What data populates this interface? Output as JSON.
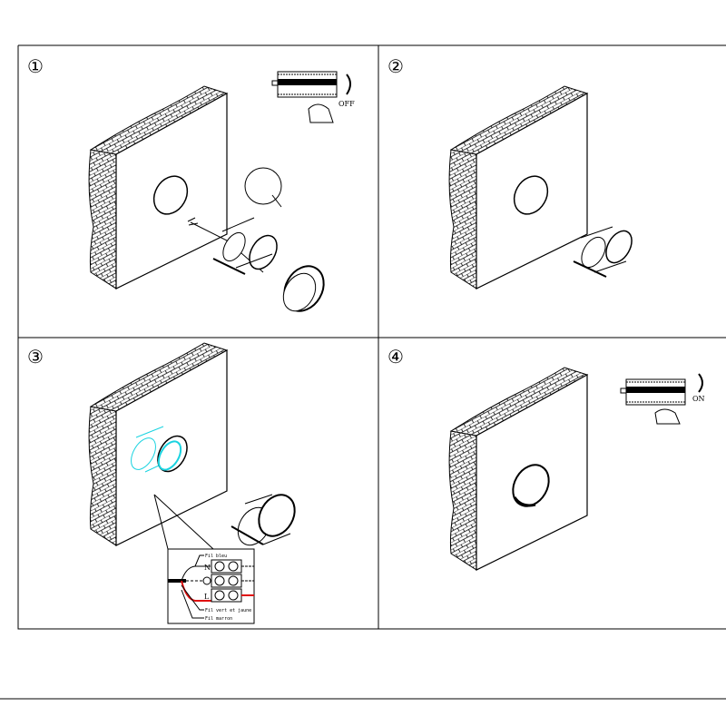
{
  "steps": [
    {
      "number": "①",
      "switch_state": "OFF"
    },
    {
      "number": "②"
    },
    {
      "number": "③"
    },
    {
      "number": "④",
      "switch_state": "ON"
    }
  ],
  "wiring": {
    "neutral": "N",
    "live": "L",
    "blue_wire": "Fil bleu",
    "earth_wire": "Fil vert et jaune",
    "brown_wire": "Fil marron"
  },
  "colors": {
    "line": "#000000",
    "highlight": "#19d3e0",
    "live_wire": "#e01010"
  }
}
